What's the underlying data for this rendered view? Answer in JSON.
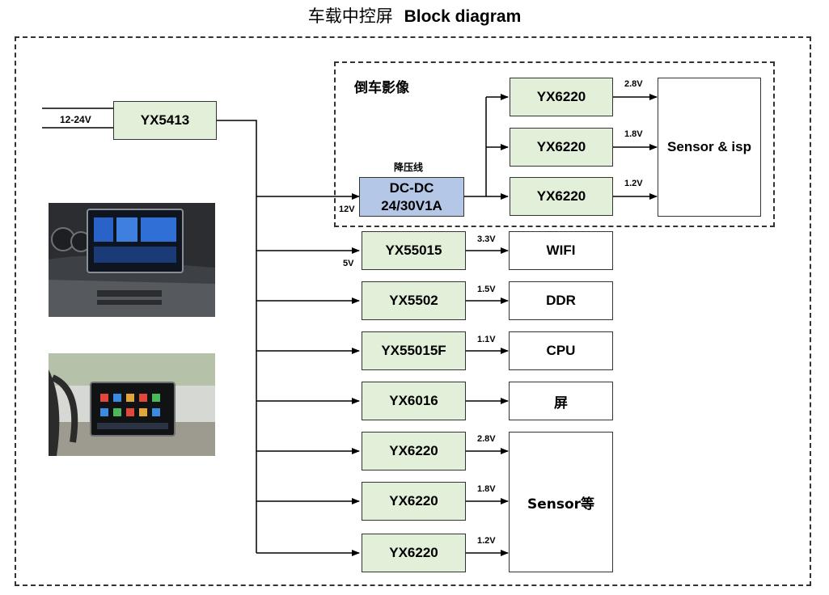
{
  "title": {
    "cn": "车载中控屏",
    "en": "Block diagram"
  },
  "input": {
    "voltage": "12-24V",
    "ic": "YX5413"
  },
  "rear_camera": {
    "label": "倒车影像",
    "dcdc_caption": "降压线",
    "dcdc_line1": "DC-DC",
    "dcdc_line2": "24/30V1A",
    "dcdc_input_voltage": "12V",
    "regulators": [
      {
        "ic": "YX6220",
        "voltage": "2.8V"
      },
      {
        "ic": "YX6220",
        "voltage": "1.8V"
      },
      {
        "ic": "YX6220",
        "voltage": "1.2V"
      }
    ],
    "load": "Sensor & isp"
  },
  "rail_5v_label": "5V",
  "rails": [
    {
      "ic": "YX55015",
      "voltage": "3.3V",
      "load": "WIFI"
    },
    {
      "ic": "YX5502",
      "voltage": "1.5V",
      "load": "DDR"
    },
    {
      "ic": "YX55015F",
      "voltage": "1.1V",
      "load": "CPU"
    },
    {
      "ic": "YX6016",
      "voltage": "",
      "load": "屏"
    }
  ],
  "sensor_rails": {
    "regulators": [
      {
        "ic": "YX6220",
        "voltage": "2.8V"
      },
      {
        "ic": "YX6220",
        "voltage": "1.8V"
      },
      {
        "ic": "YX6220",
        "voltage": "1.2V"
      }
    ],
    "load": "Sensor等"
  }
}
